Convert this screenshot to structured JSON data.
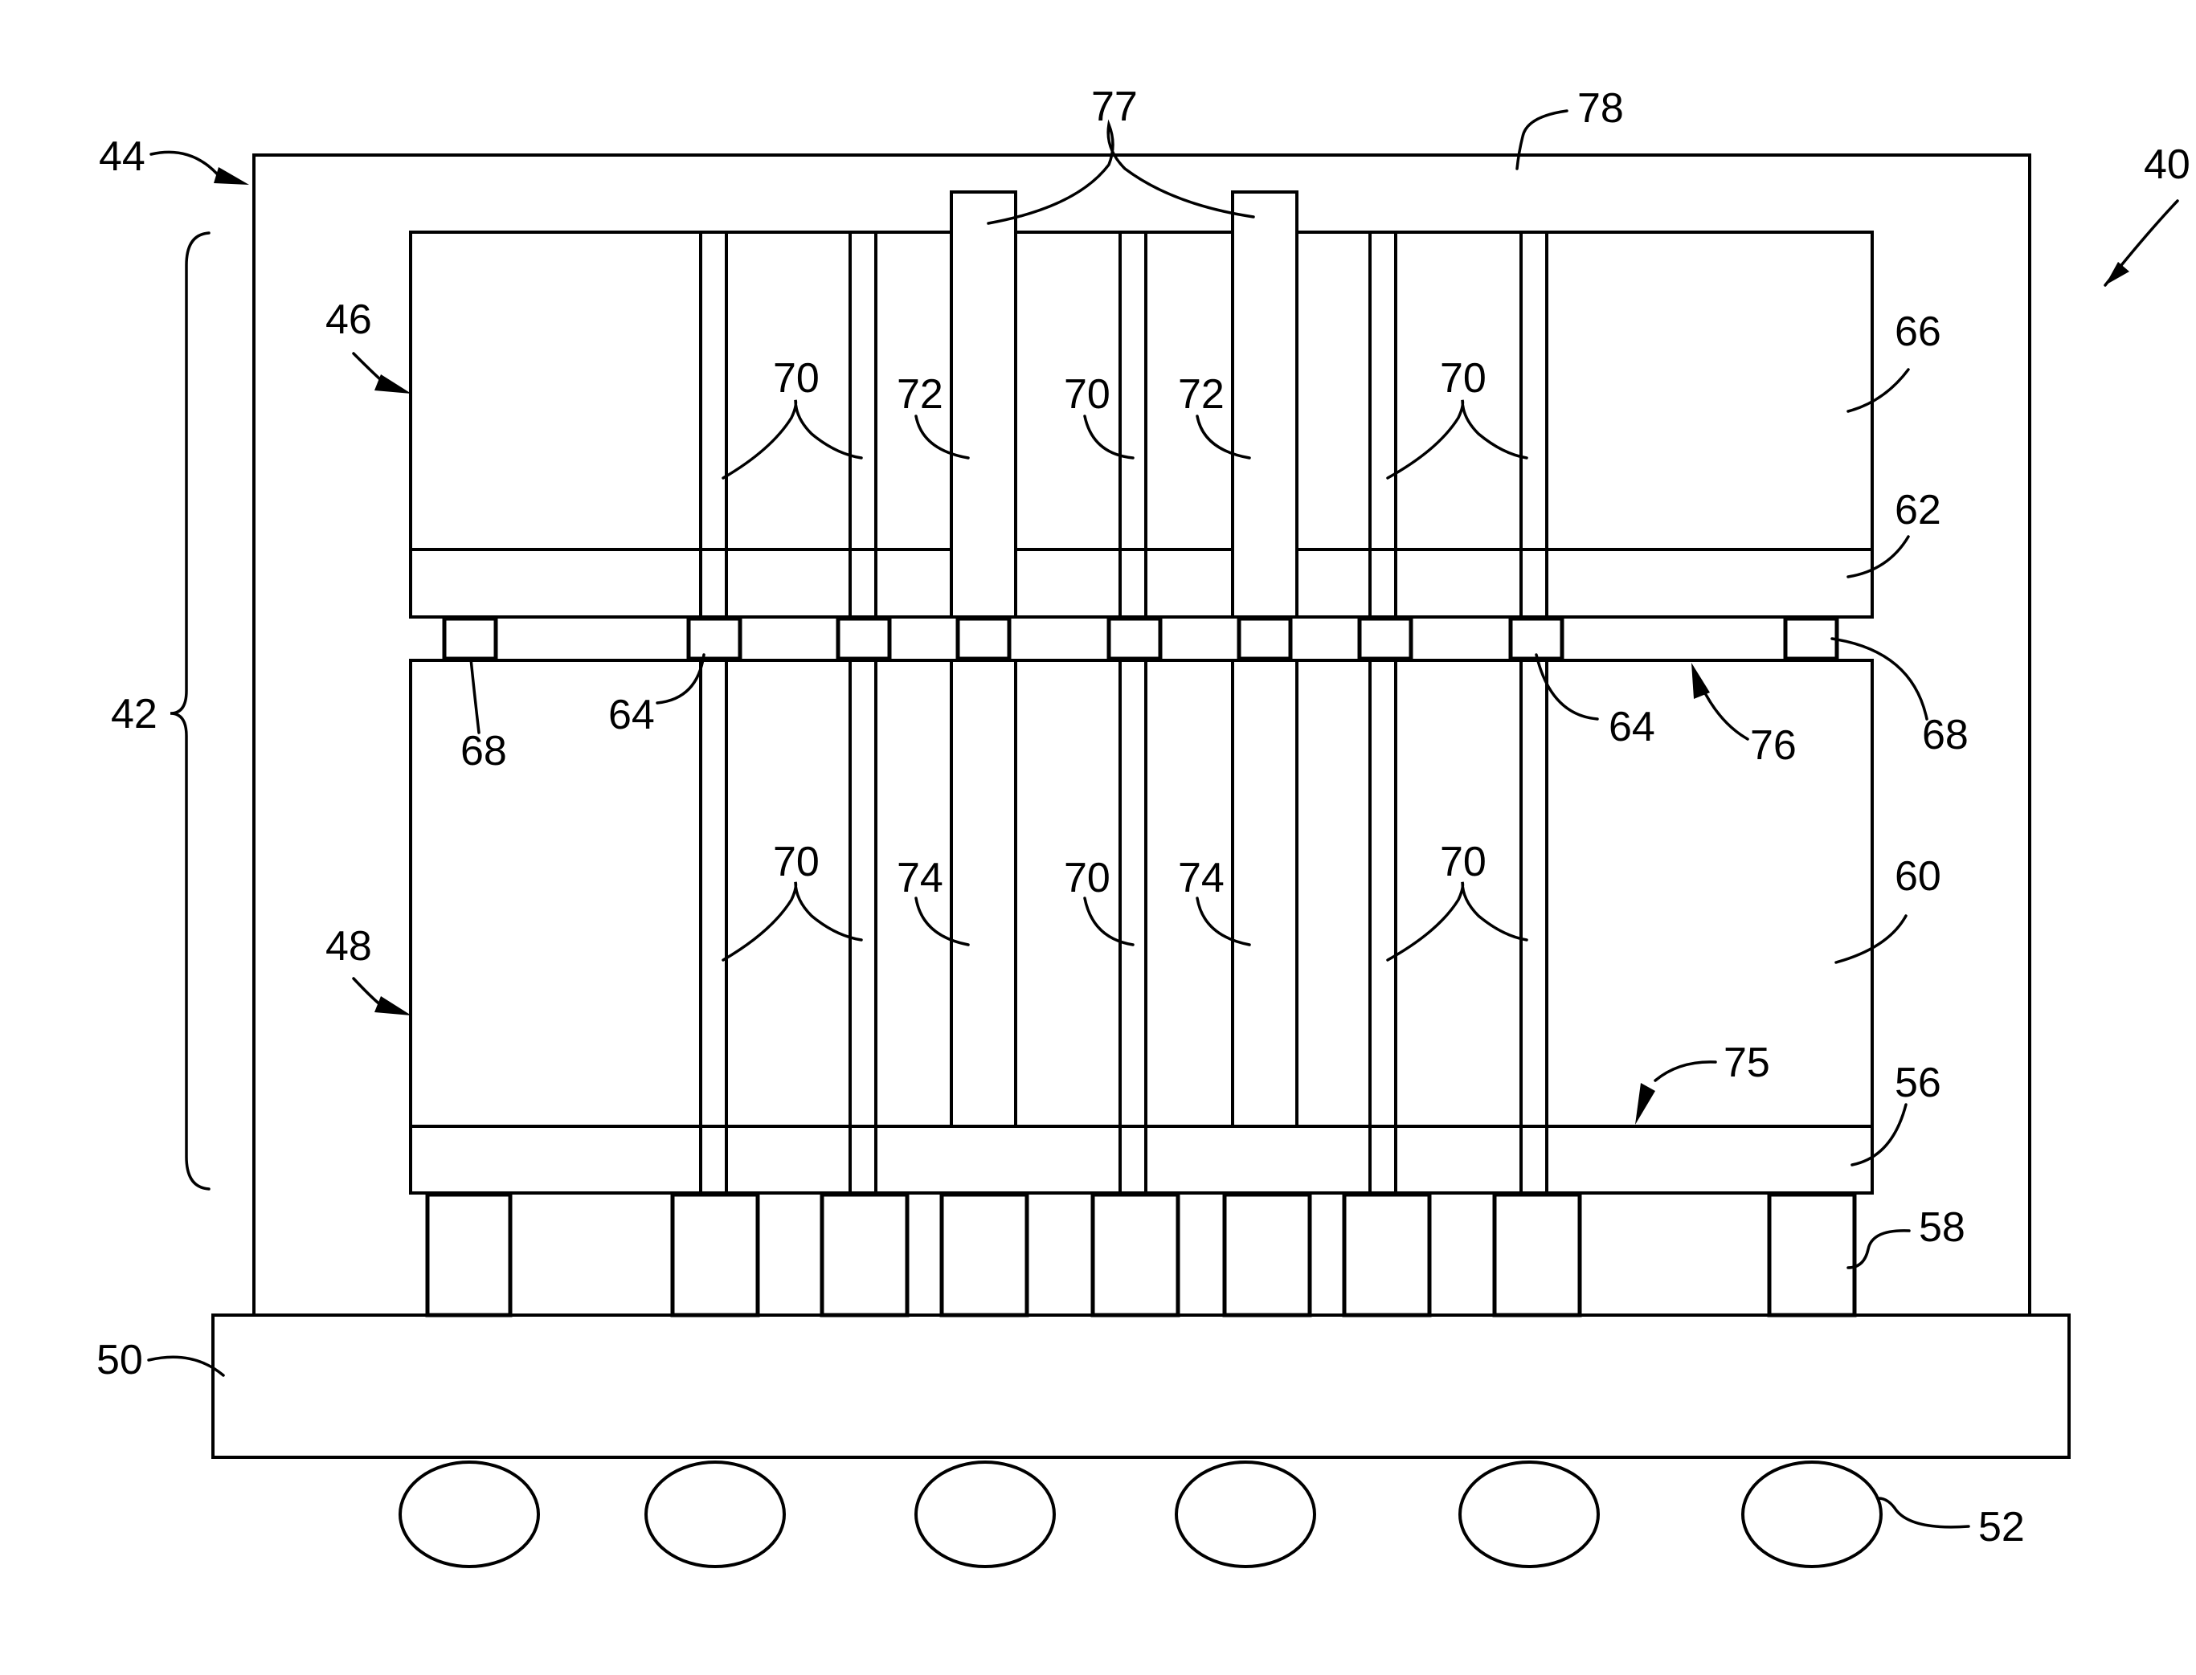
{
  "labels": {
    "n40": "40",
    "n42": "42",
    "n44": "44",
    "n46": "46",
    "n48": "48",
    "n50": "50",
    "n52": "52",
    "n56": "56",
    "n58": "58",
    "n60": "60",
    "n62": "62",
    "n64": "64",
    "n66": "66",
    "n68": "68",
    "n70": "70",
    "n72": "72",
    "n74": "74",
    "n75": "75",
    "n76": "76",
    "n77": "77",
    "n78": "78"
  }
}
